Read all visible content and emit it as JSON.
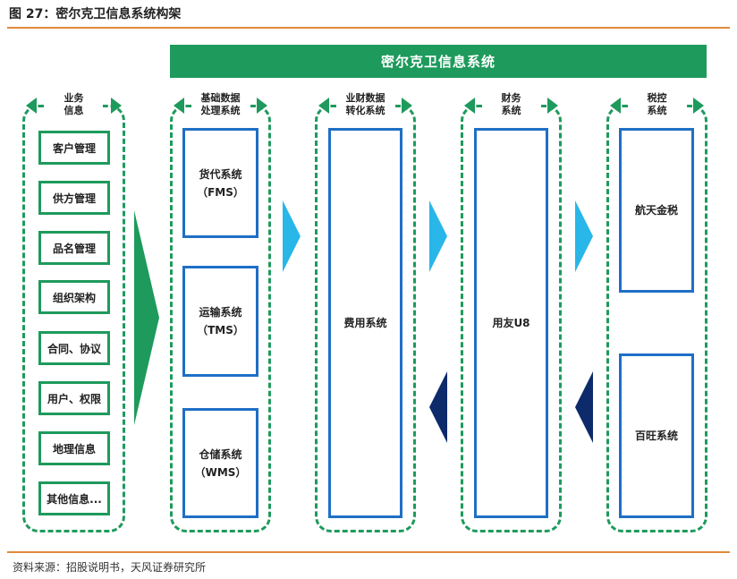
{
  "figure_title": "图 27：密尔克卫信息系统构架",
  "banner": "密尔克卫信息系统",
  "source": "资料来源：招股说明书，天风证券研究所",
  "colors": {
    "green": "#1e9a5c",
    "blue": "#1f6fc6",
    "light_blue": "#29b6e8",
    "dark_navy": "#0d2a6b",
    "rule": "#e08a3a"
  },
  "columns": {
    "business": {
      "label_line1": "业务",
      "label_line2": "信息",
      "items": [
        "客户管理",
        "供方管理",
        "品名管理",
        "组织架构",
        "合同、协议",
        "用户、权限",
        "地理信息",
        "其他信息..."
      ]
    },
    "basic": {
      "label_line1": "基础数据",
      "label_line2": "处理系统",
      "systems": [
        {
          "name": "货代系统",
          "code": "（FMS）"
        },
        {
          "name": "运输系统",
          "code": "（TMS）"
        },
        {
          "name": "仓储系统",
          "code": "（WMS）"
        }
      ]
    },
    "conversion": {
      "label_line1": "业财数据",
      "label_line2": "转化系统",
      "system": "费用系统"
    },
    "finance": {
      "label_line1": "财务",
      "label_line2": "系统",
      "system": "用友U8"
    },
    "tax": {
      "label_line1": "税控",
      "label_line2": "系统",
      "systems": [
        "航天金税",
        "百旺系统"
      ]
    }
  }
}
